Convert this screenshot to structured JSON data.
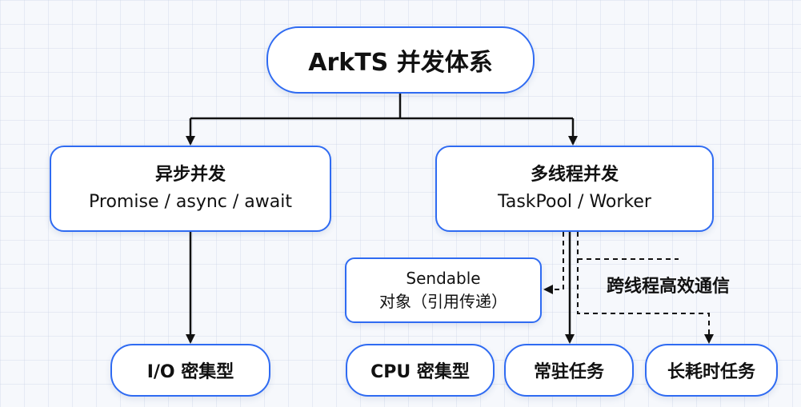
{
  "diagram": {
    "root": "ArkTS 并发体系",
    "async": {
      "title": "异步并发",
      "subtitle": "Promise / async / await"
    },
    "multithread": {
      "title": "多线程并发",
      "subtitle": "TaskPool / Worker"
    },
    "sendable": {
      "line1": "Sendable",
      "line2": "对象（引用传递）"
    },
    "cross_thread_label": "跨线程高效通信",
    "leaves": {
      "io": "I/O 密集型",
      "cpu": "CPU 密集型",
      "resident": "常驻任务",
      "long": "长耗时任务"
    }
  },
  "colors": {
    "node_border": "#2f6bf2",
    "node_fill": "#ffffff",
    "connector": "#111111",
    "background": "#f6f8fc"
  }
}
